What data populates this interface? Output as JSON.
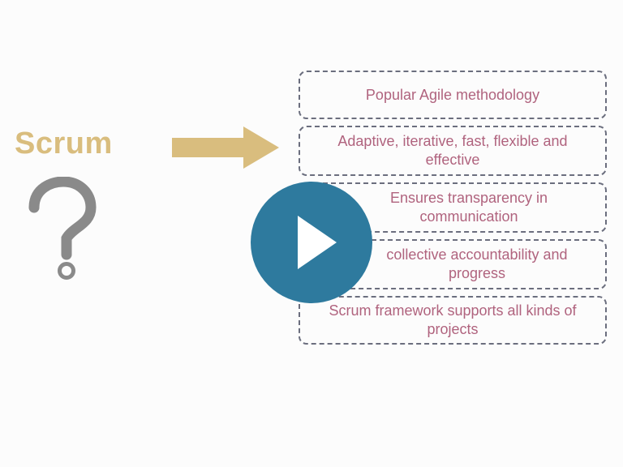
{
  "slide": {
    "title": "Scrum",
    "accent_color": "#d9bd7e",
    "text_color": "#b0637e",
    "items": [
      "Popular Agile methodology",
      "Adaptive, iterative, fast, flexible and effective",
      "Ensures transparency in communication",
      "collective accountability and progress",
      "Scrum framework supports all kinds of projects"
    ]
  },
  "player": {
    "play_color": "#2e7a9e",
    "icon": "play-icon"
  }
}
